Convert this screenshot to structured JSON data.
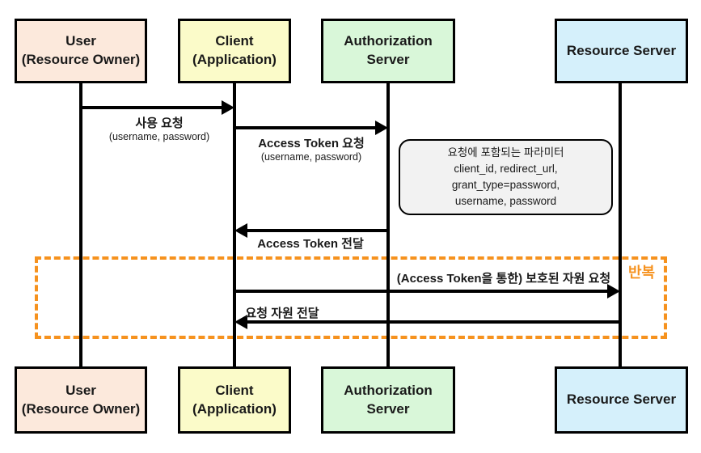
{
  "diagram": {
    "title_semantic": "OAuth2 Resource Owner Password Credentials flow sequence diagram",
    "colors": {
      "user_box": "#FCE9DC",
      "client_box": "#FBFBC9",
      "auth_server_box": "#D9F7D9",
      "resource_server_box": "#D5F0FB",
      "line": "#000000",
      "note_fill": "#F2F2F2",
      "repeat_accent": "#F6921E"
    },
    "actors": [
      {
        "title": "User",
        "subtitle": "(Resource Owner)",
        "color": "#FCE9DC"
      },
      {
        "title": "Client",
        "subtitle": "(Application)",
        "color": "#FBFBC9"
      },
      {
        "title": "Authorization Server",
        "subtitle": "",
        "color": "#D9F7D9"
      },
      {
        "title": "Resource Server",
        "subtitle": "",
        "color": "#D5F0FB"
      }
    ],
    "messages": [
      {
        "label": "사용 요청",
        "sublabel": "(username, password)",
        "from": "User",
        "to": "Client",
        "direction": "right"
      },
      {
        "label": "Access Token 요청",
        "sublabel": "(username, password)",
        "from": "Client",
        "to": "Authorization Server",
        "direction": "right"
      },
      {
        "label": "Access Token 전달",
        "sublabel": "",
        "from": "Authorization Server",
        "to": "Client",
        "direction": "left"
      },
      {
        "label": "(Access Token을 통한) 보호된 자원 요청",
        "sublabel": "",
        "from": "Client",
        "to": "Resource Server",
        "direction": "right"
      },
      {
        "label": "요청 자원 전달",
        "sublabel": "",
        "from": "Resource Server",
        "to": "Client",
        "direction": "left"
      }
    ],
    "note": {
      "line1": "요청에 포함되는 파라미터",
      "line2": "client_id, redirect_url,",
      "line3": "grant_type=password,",
      "line4": "username, password"
    },
    "repeat_box": {
      "label": "반복",
      "color": "#F6921E"
    }
  }
}
